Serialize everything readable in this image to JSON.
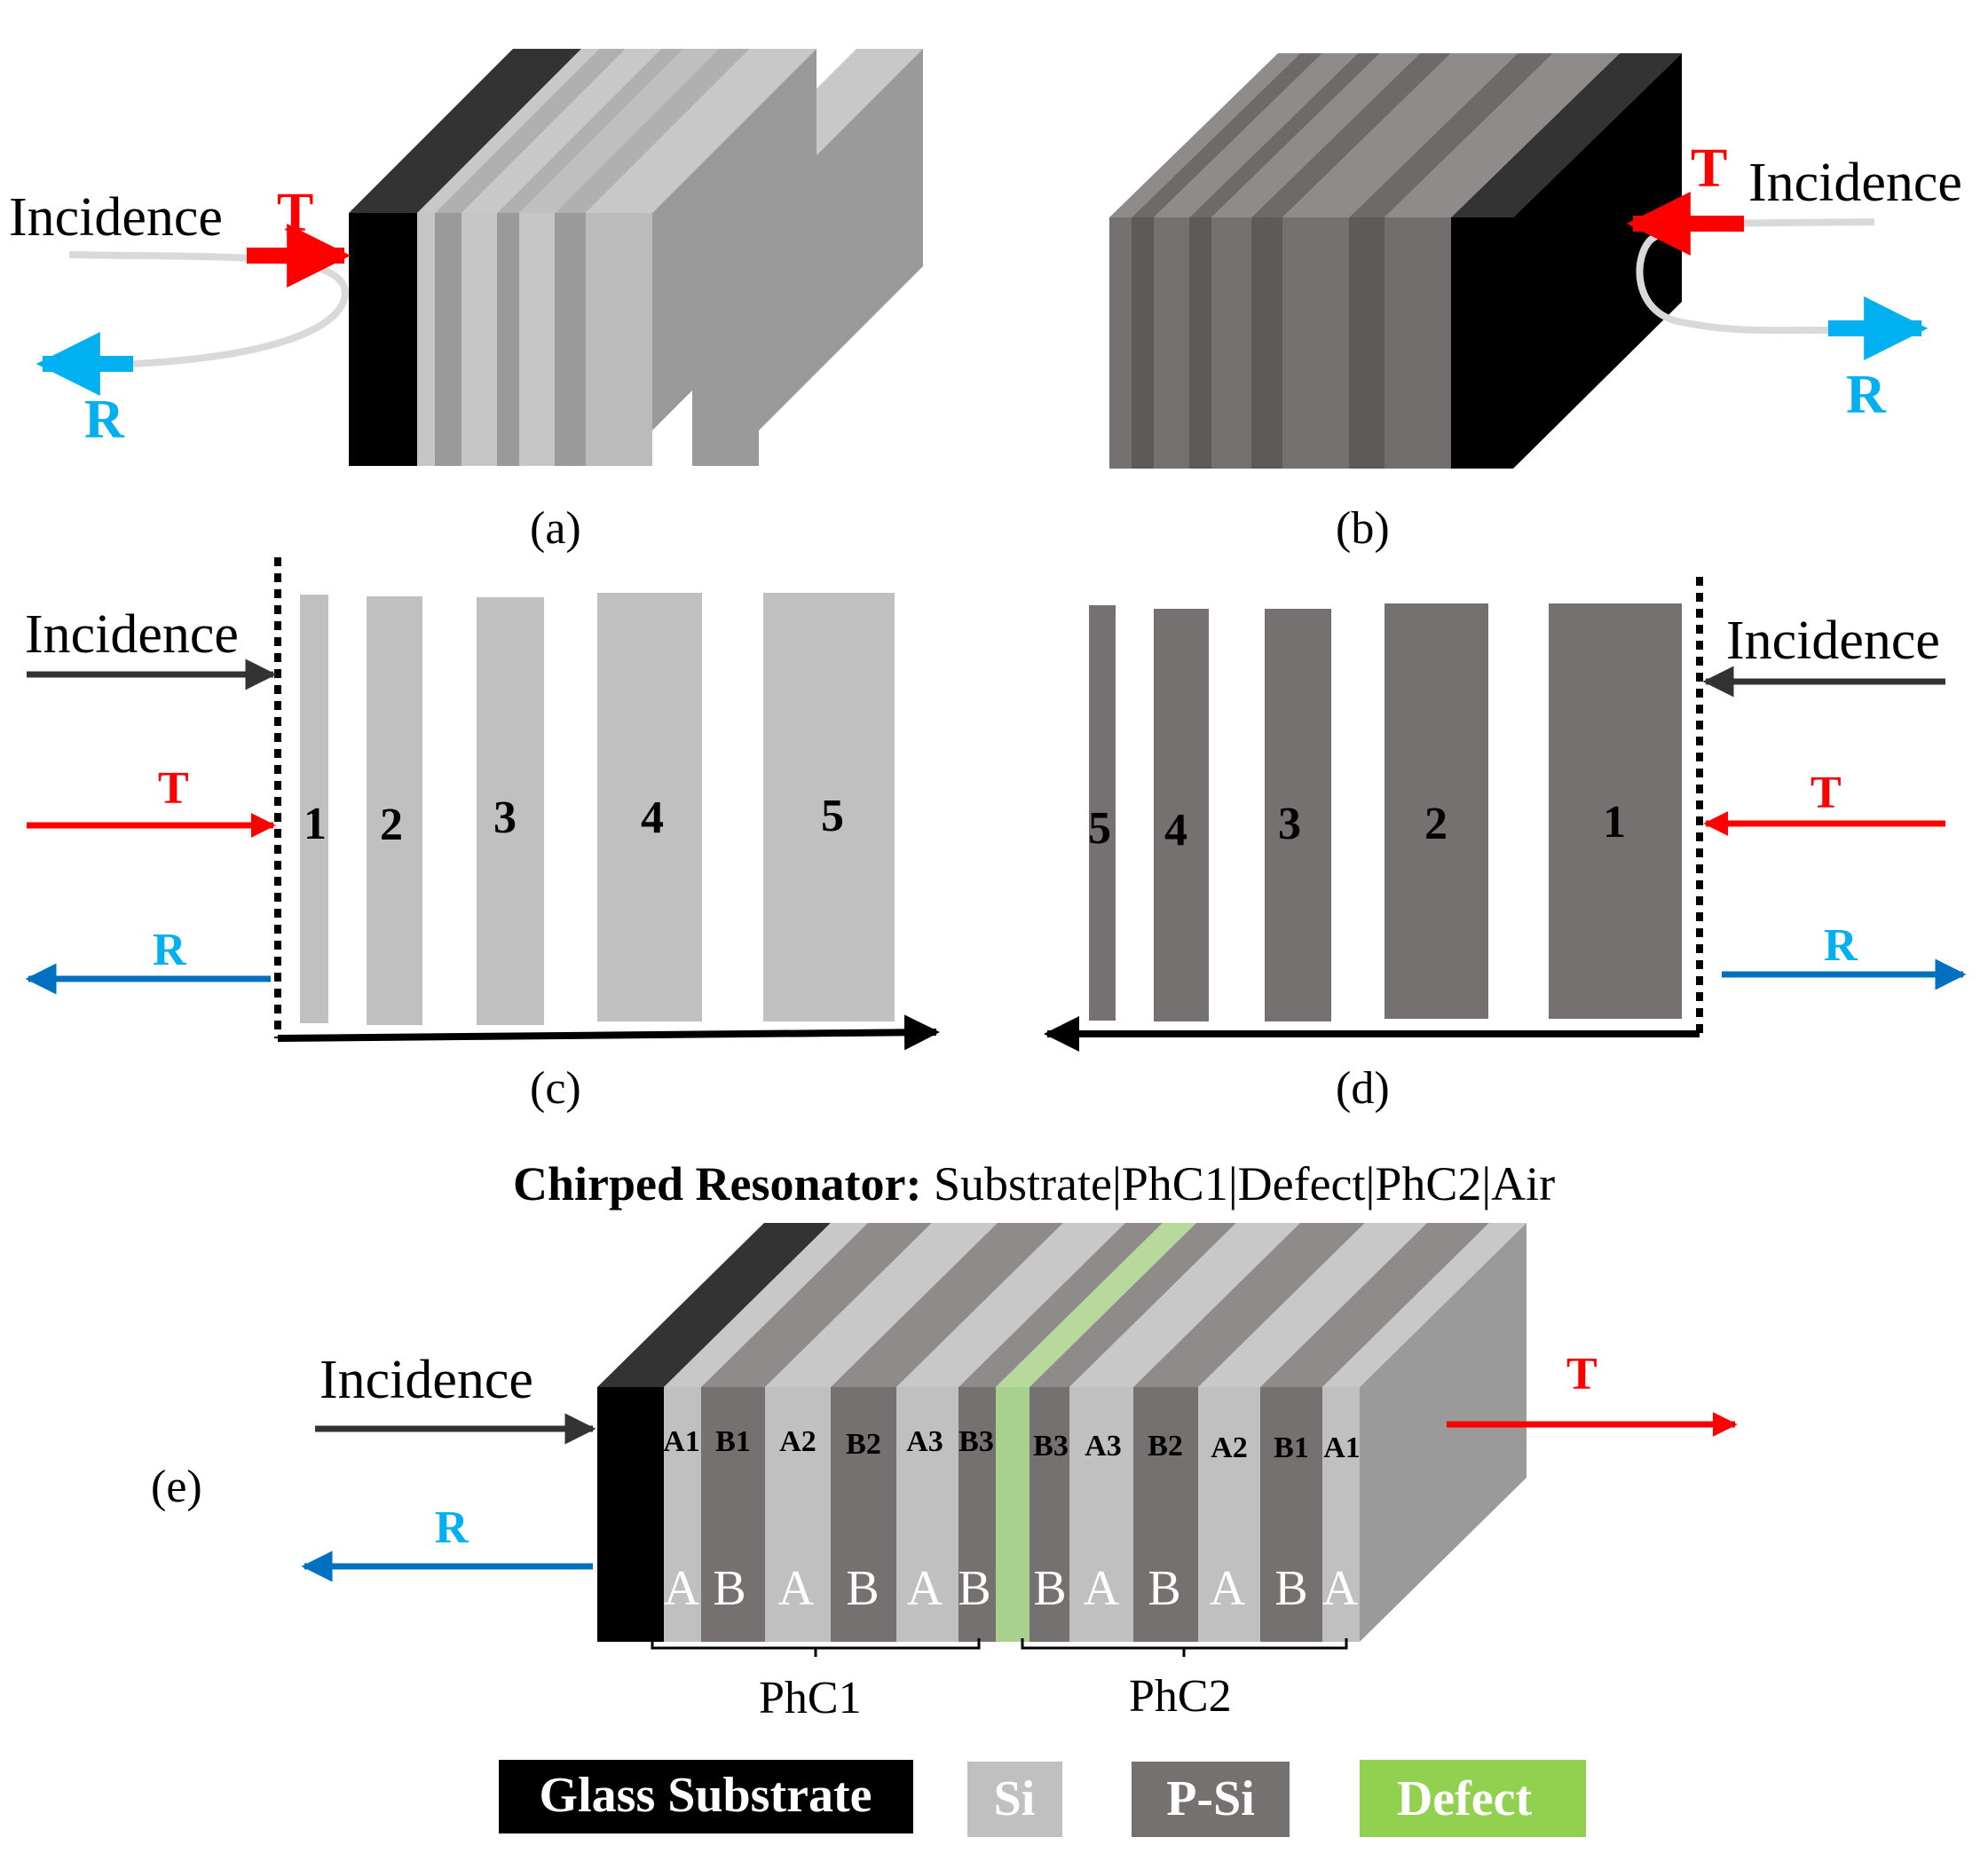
{
  "panels": {
    "a": {
      "caption": "(a)",
      "incidence": "Incidence",
      "t": "T",
      "r": "R"
    },
    "b": {
      "caption": "(b)",
      "incidence": "Incidence",
      "t": "T",
      "r": "R"
    },
    "c": {
      "caption": "(c)",
      "incidence": "Incidence",
      "t": "T",
      "r": "R",
      "layers": [
        "1",
        "2",
        "3",
        "4",
        "5"
      ]
    },
    "d": {
      "caption": "(d)",
      "incidence": "Incidence",
      "t": "T",
      "r": "R",
      "layers": [
        "5",
        "4",
        "3",
        "2",
        "1"
      ]
    },
    "e": {
      "caption": "(e)",
      "heading_bold": "Chirped Resonator:",
      "heading_rest": " Substrate|PhC1|Defect|PhC2|Air",
      "incidence": "Incidence",
      "t": "T",
      "r": "R",
      "phc1_layers": [
        "A1",
        "B1",
        "A2",
        "B2",
        "A3",
        "B3"
      ],
      "phc2_layers": [
        "B3",
        "A3",
        "B2",
        "A2",
        "B1",
        "A1"
      ],
      "phc1_letters": [
        "A",
        "B",
        "A",
        "B",
        "A",
        "B"
      ],
      "phc2_letters": [
        "B",
        "A",
        "B",
        "A",
        "B",
        "A"
      ],
      "phc1_label": "PhC1",
      "phc2_label": "PhC2"
    }
  },
  "legend": [
    {
      "label": "Glass Substrate",
      "color": "#000000",
      "text_color": "#ffffff"
    },
    {
      "label": "Si",
      "color": "#c0c0c0",
      "text_color": "#ffffff"
    },
    {
      "label": "P-Si",
      "color": "#777372",
      "text_color": "#ffffff"
    },
    {
      "label": "Defect",
      "color": "#92d050",
      "text_color": "#ffffff"
    }
  ],
  "colors": {
    "si": "#c0c0c0",
    "psi": "#777372",
    "glass": "#000000",
    "defect": "#a9d18e",
    "transmission": "#ff0000",
    "reflection_light": "#00b0f0",
    "reflection_dark": "#0070c0",
    "incidence": "#333333"
  }
}
